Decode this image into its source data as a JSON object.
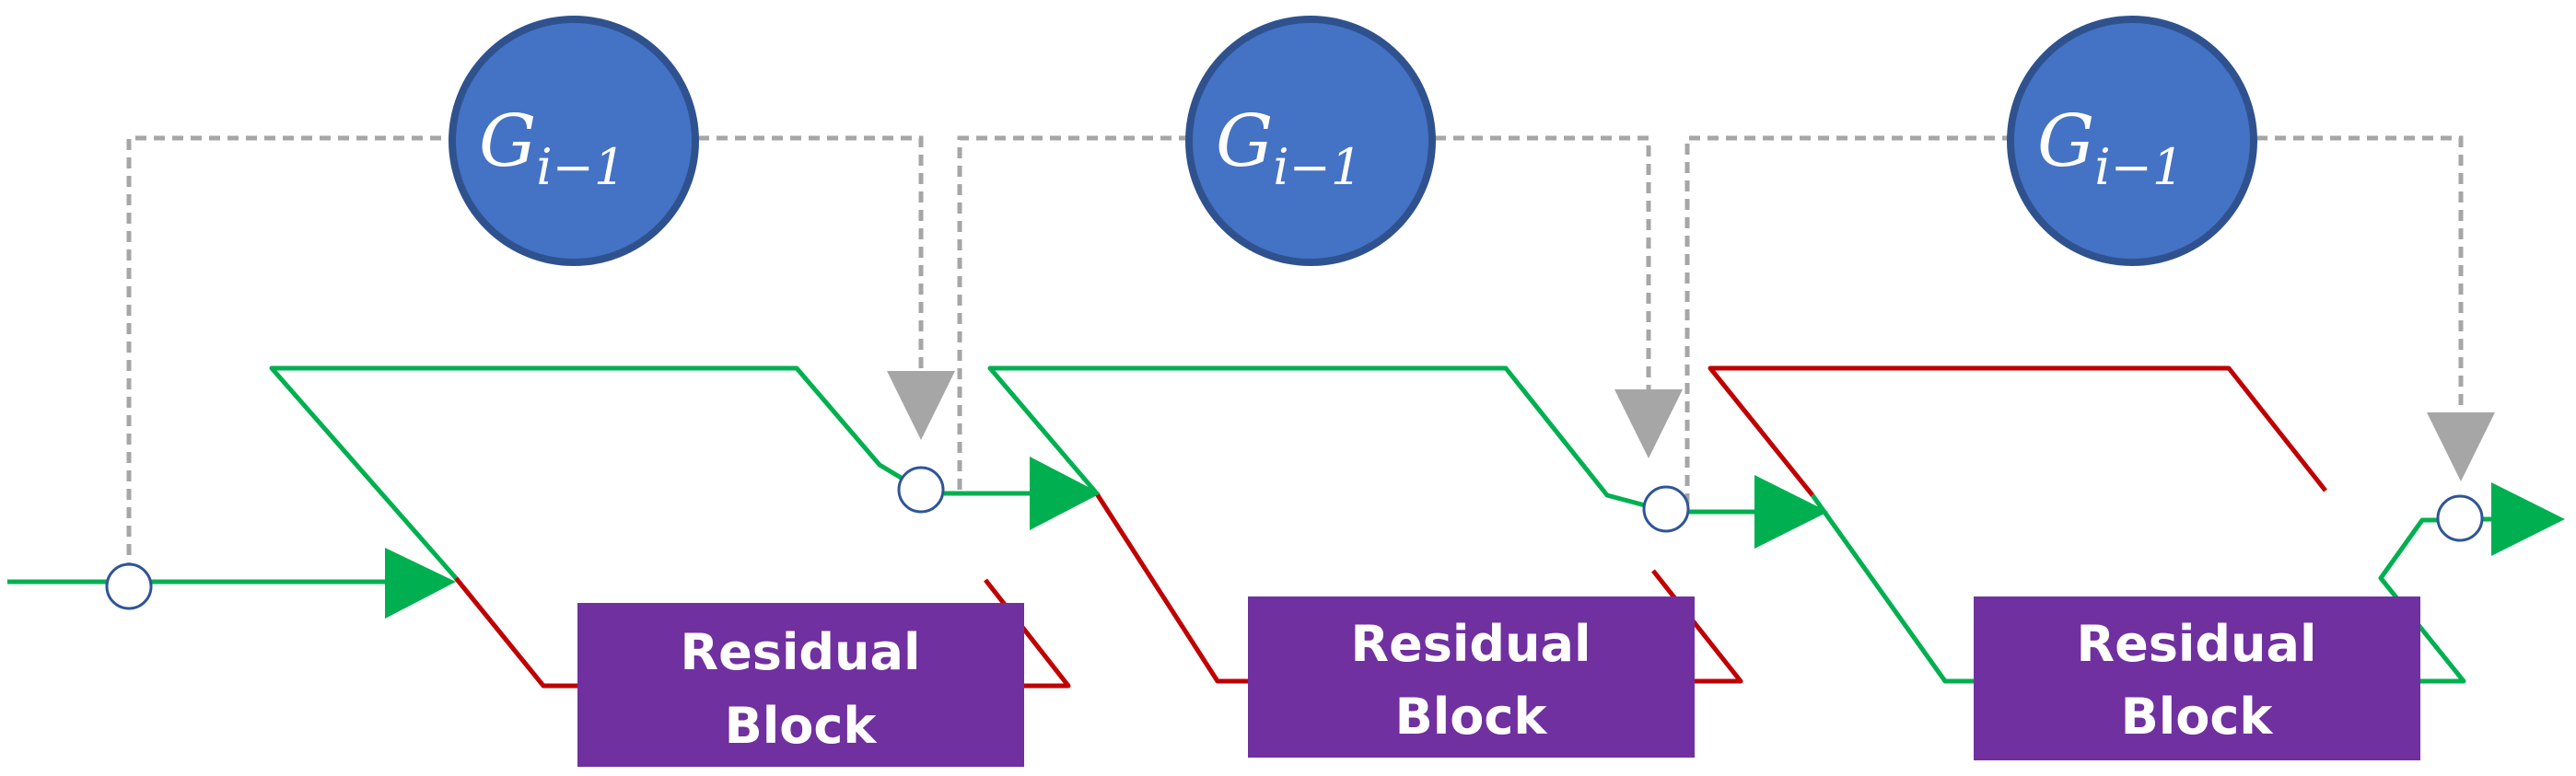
{
  "generator_nodes": [
    {
      "symbol": "G",
      "subscript": "i−1"
    },
    {
      "symbol": "G",
      "subscript": "i−1"
    },
    {
      "symbol": "G",
      "subscript": "i−1"
    }
  ],
  "residual_blocks": [
    {
      "line1": "Residual",
      "line2": "Block"
    },
    {
      "line1": "Residual",
      "line2": "Block"
    },
    {
      "line1": "Residual",
      "line2": "Block"
    }
  ],
  "colors": {
    "active_path": "#00b050",
    "inactive_path": "#c00000",
    "skip_connection": "#a6a6a6",
    "generator_fill": "#4472c4",
    "generator_stroke": "#2f528f",
    "block_fill": "#7030a0",
    "junction_stroke": "#2f5597"
  }
}
